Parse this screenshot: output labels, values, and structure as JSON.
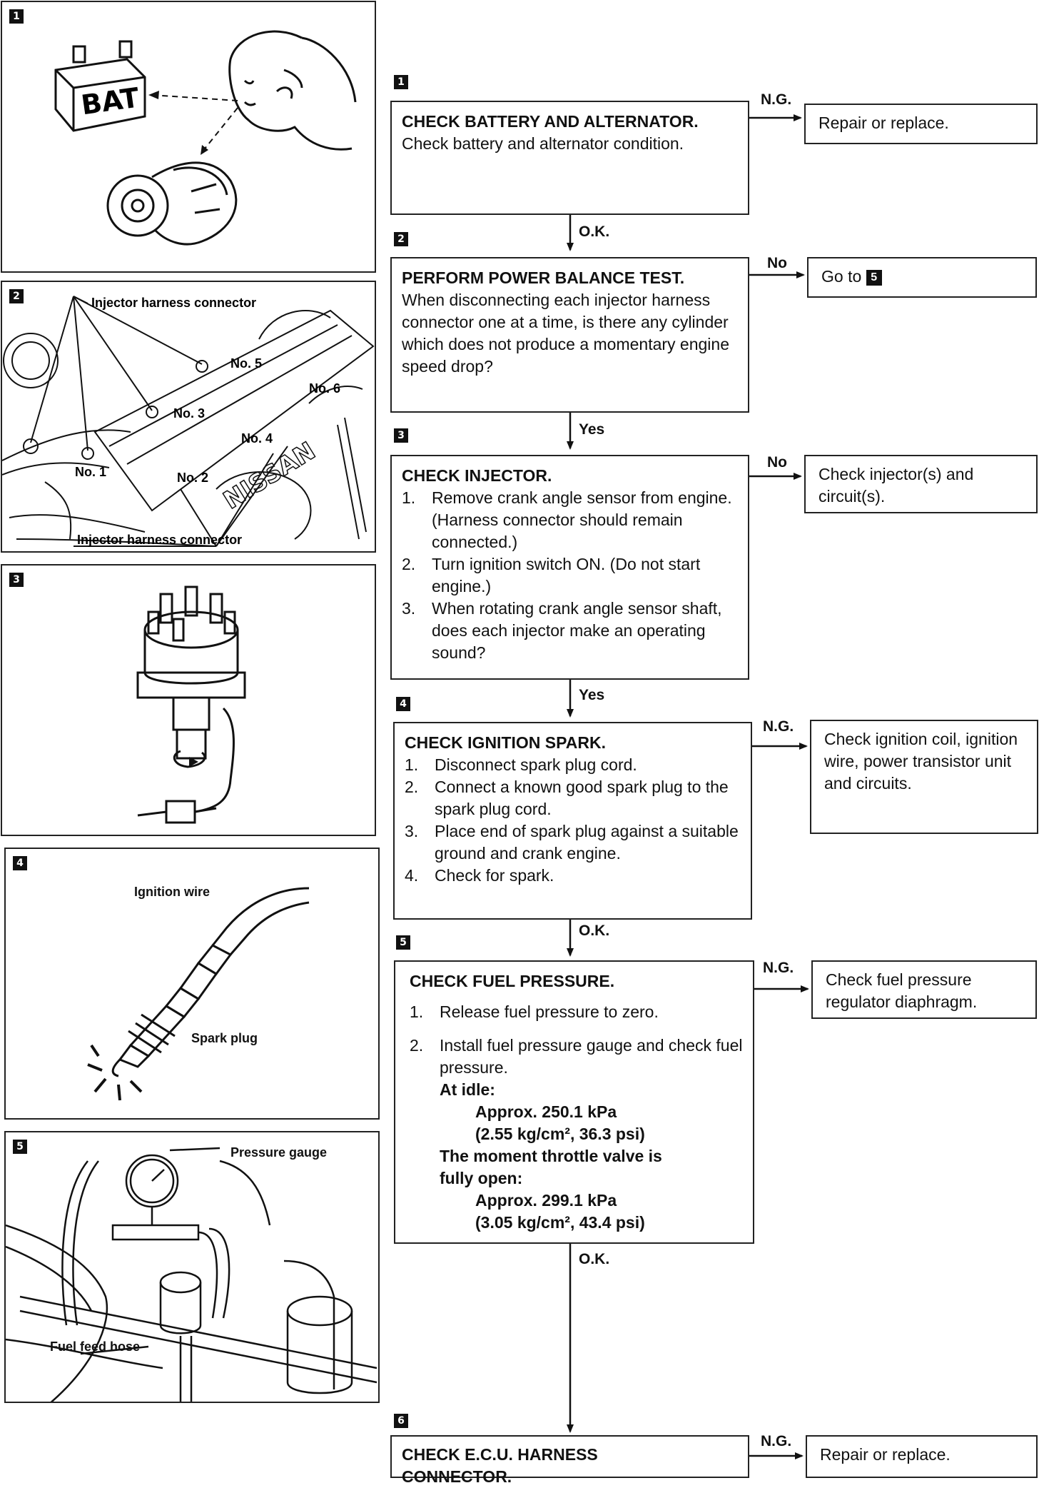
{
  "steps": [
    {
      "num": "1",
      "title": "CHECK BATTERY AND ALTERNATOR.",
      "body": "Check battery and alternator condition."
    },
    {
      "num": "2",
      "title": "PERFORM POWER BALANCE TEST.",
      "body": "When disconnecting each injector harness connector one at a time, is there any cylinder which does not produce a momentary engine speed drop?"
    },
    {
      "num": "3",
      "title": "CHECK INJECTOR.",
      "items": [
        {
          "n": "1.",
          "t": "Remove crank angle sensor from engine. (Harness connector should remain connected.)"
        },
        {
          "n": "2.",
          "t": "Turn ignition switch ON. (Do not start engine.)"
        },
        {
          "n": "3.",
          "t": "When rotating crank angle sensor shaft, does each injector make an operating sound?"
        }
      ]
    },
    {
      "num": "4",
      "title": "CHECK IGNITION SPARK.",
      "items": [
        {
          "n": "1.",
          "t": "Disconnect spark plug cord."
        },
        {
          "n": "2.",
          "t": "Connect a known good spark plug to the spark plug cord."
        },
        {
          "n": "3.",
          "t": "Place end of spark plug against a suitable ground and crank engine."
        },
        {
          "n": "4.",
          "t": "Check for spark."
        }
      ]
    },
    {
      "num": "5",
      "title": "CHECK FUEL PRESSURE.",
      "items": [
        {
          "n": "1.",
          "t": "Release fuel pressure to zero."
        },
        {
          "n": "2.",
          "t": "Install fuel pressure gauge and check fuel pressure."
        }
      ],
      "spec": {
        "idle_label": "At idle:",
        "idle_value": "Approx. 250.1 kPa",
        "idle_alt": "(2.55 kg/cm², 36.3 psi)",
        "open_label": "The moment throttle valve is fully open:",
        "open_value": "Approx. 299.1 kPa",
        "open_alt": "(3.05 kg/cm², 43.4 psi)"
      }
    },
    {
      "num": "6",
      "title": "CHECK E.C.U. HARNESS CONNECTOR."
    }
  ],
  "results": {
    "r1": "Repair or replace.",
    "r2_prefix": "Go to",
    "r2_badge": "5",
    "r3": "Check injector(s) and circuit(s).",
    "r4": "Check ignition coil, ignition wire, power transistor unit and circuits.",
    "r5": "Check fuel pressure regulator diaphragm.",
    "r6": "Repair or replace."
  },
  "connectors": {
    "ng": "N.G.",
    "ok": "O.K.",
    "no": "No",
    "yes": "Yes"
  },
  "illustrations": {
    "p1": {
      "badge": "1",
      "bat": "BAT"
    },
    "p2": {
      "badge": "2",
      "top_label": "Injector harness connector",
      "bottom_label": "Injector harness connector",
      "no1": "No. 1",
      "no2": "No. 2",
      "no3": "No. 3",
      "no4": "No. 4",
      "no5": "No. 5",
      "no6": "No. 6",
      "brand": "NISSAN"
    },
    "p3": {
      "badge": "3"
    },
    "p4": {
      "badge": "4",
      "wire": "Ignition wire",
      "plug": "Spark plug"
    },
    "p5": {
      "badge": "5",
      "gauge": "Pressure gauge",
      "hose": "Fuel feed hose"
    }
  }
}
